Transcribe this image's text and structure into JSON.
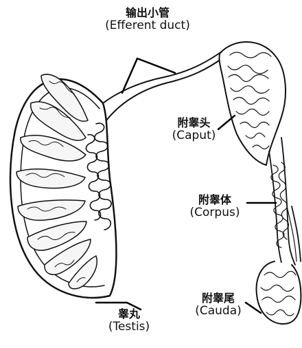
{
  "labels": {
    "efferent_zh": "输出小管",
    "efferent_en": "(Efferent duct)",
    "caput_zh": "附睾头",
    "caput_en": "(Caput)",
    "corpus_zh": "附睾体",
    "corpus_en": "(Corpus)",
    "cauda_zh": "附睾尾",
    "cauda_en": "(Cauda)",
    "testis_zh": "睾丸",
    "testis_en": "(Testis)"
  },
  "colors": {
    "stroke": "#111111",
    "fill": "#ffffff",
    "lobule_fill": "#f2f2f2"
  }
}
